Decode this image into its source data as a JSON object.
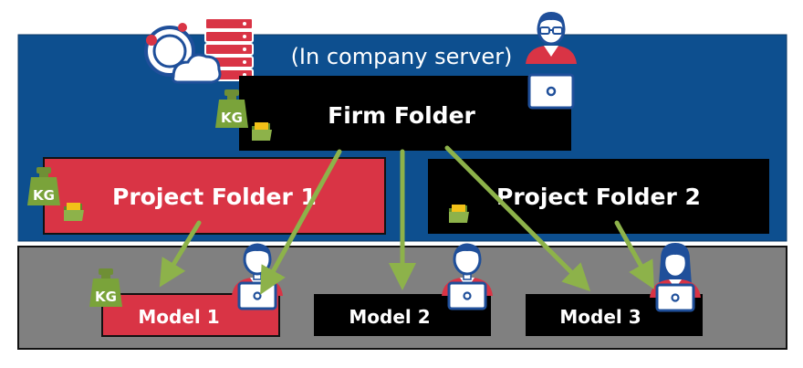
{
  "server": {
    "caption": "(In company server)",
    "color": "#0d4f8f"
  },
  "local": {
    "color": "#808080"
  },
  "firm_folder": {
    "label": "Firm Folder"
  },
  "project_folders": [
    {
      "label": "Project Folder 1",
      "color": "#d93445"
    },
    {
      "label": "Project Folder 2",
      "color": "#000000"
    }
  ],
  "models": [
    {
      "label": "Model 1",
      "color": "#d93445"
    },
    {
      "label": "Model 2",
      "color": "#000000"
    },
    {
      "label": "Model 3",
      "color": "#000000"
    }
  ],
  "kg_label": "KG",
  "colors": {
    "arrow": "#8db24a",
    "kg_weight": "#6f8f35",
    "avatar_blue": "#1f4f9a",
    "avatar_red": "#d93445"
  }
}
